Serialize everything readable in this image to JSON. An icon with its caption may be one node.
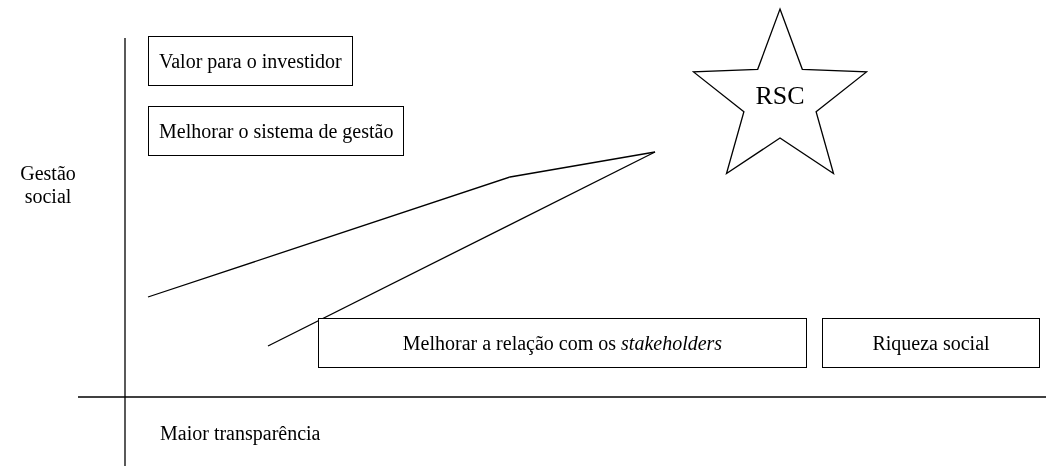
{
  "diagram": {
    "nodes": [
      {
        "text": [
          "Valor para o investidor"
        ]
      },
      {
        "text": [
          "Melhorar o sistema de gestão"
        ]
      },
      {
        "text": [
          "RSC"
        ]
      },
      {
        "text": [
          "Melhorar a relação com os *stakeholders*"
        ]
      },
      {
        "text": [
          "Riqueza social"
        ]
      }
    ],
    "labels": [
      "Gestão social",
      "Maior transparência"
    ]
  }
}
